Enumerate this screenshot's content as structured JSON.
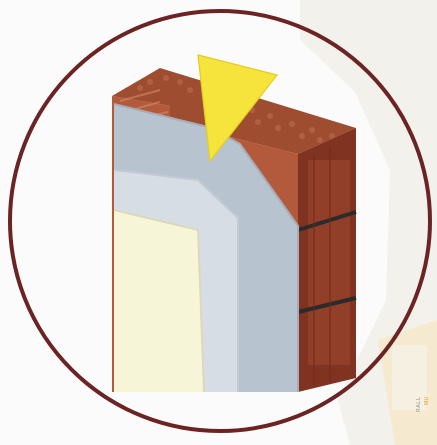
{
  "illustration": {
    "subject": "",
    "layers": [
      {
        "name": "brick-block",
        "color": "#b45a3c"
      },
      {
        "name": "insulation-panel",
        "color": "#b7c3cf"
      },
      {
        "name": "base-coat",
        "color": "#d7dde4"
      },
      {
        "name": "finish-coat",
        "color": "#f7f5d8"
      }
    ],
    "marker": {
      "name": "triangle-marker",
      "color": "#f6e33b"
    },
    "frame": {
      "name": "circle-frame",
      "color": "#6b2423"
    }
  },
  "background_package": {
    "line1": "MU",
    "line2": "RALL"
  }
}
